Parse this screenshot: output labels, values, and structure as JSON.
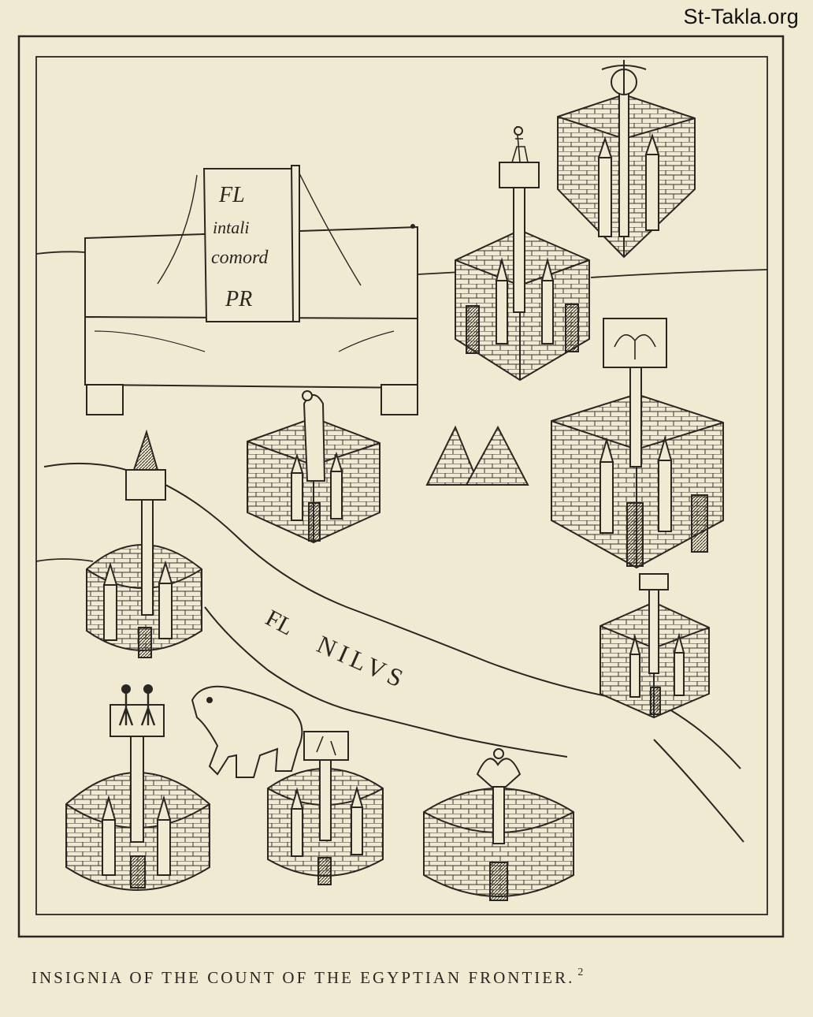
{
  "watermark": "St-Takla.org",
  "caption": {
    "text": "INSIGNIA OF THE COUNT OF THE EGYPTIAN FRONTIER.",
    "footnote": "2"
  },
  "codicil": {
    "line1": "FL",
    "line2": "intali",
    "line3": "comord",
    "line4": "PR"
  },
  "river_label": {
    "part1": "FL",
    "part2": "NILVS"
  },
  "colors": {
    "paper": "#f1ead3",
    "ink": "#2a2622"
  }
}
